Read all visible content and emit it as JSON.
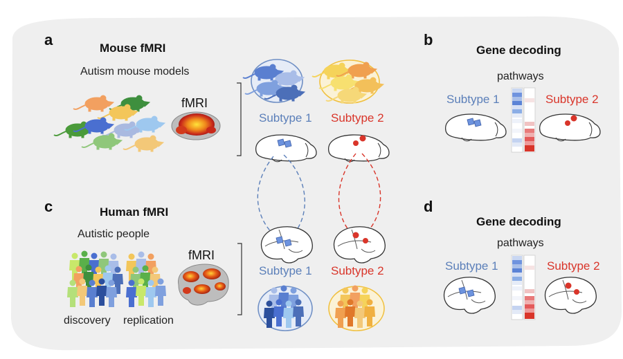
{
  "panels": {
    "a": "a",
    "b": "b",
    "c": "c",
    "d": "d"
  },
  "mouse": {
    "title": "Mouse fMRI",
    "subtitle": "Autism mouse models",
    "fmri": "fMRI",
    "subtype1": "Subtype 1",
    "subtype2": "Subtype 2"
  },
  "human": {
    "title": "Human fMRI",
    "subtitle": "Autistic people",
    "fmri": "fMRI",
    "discovery": "discovery",
    "replication": "replication",
    "subtype1": "Subtype 1",
    "subtype2": "Subtype 2"
  },
  "gene_b": {
    "title": "Gene decoding",
    "pathways": "pathways",
    "subtype1": "Subtype 1",
    "subtype2": "Subtype 2"
  },
  "gene_d": {
    "title": "Gene decoding",
    "pathways": "pathways",
    "subtype1": "Subtype 1",
    "subtype2": "Subtype 2"
  },
  "colors": {
    "background": "#efefef",
    "subtype1": "#5b7fb9",
    "subtype2": "#d9352a",
    "subtype1_circle": "#6f8fc4",
    "subtype2_circle": "#f0c040"
  },
  "icons": {
    "mouse": "mouse-icon",
    "person": "person-icon",
    "brain": "brain-icon"
  }
}
